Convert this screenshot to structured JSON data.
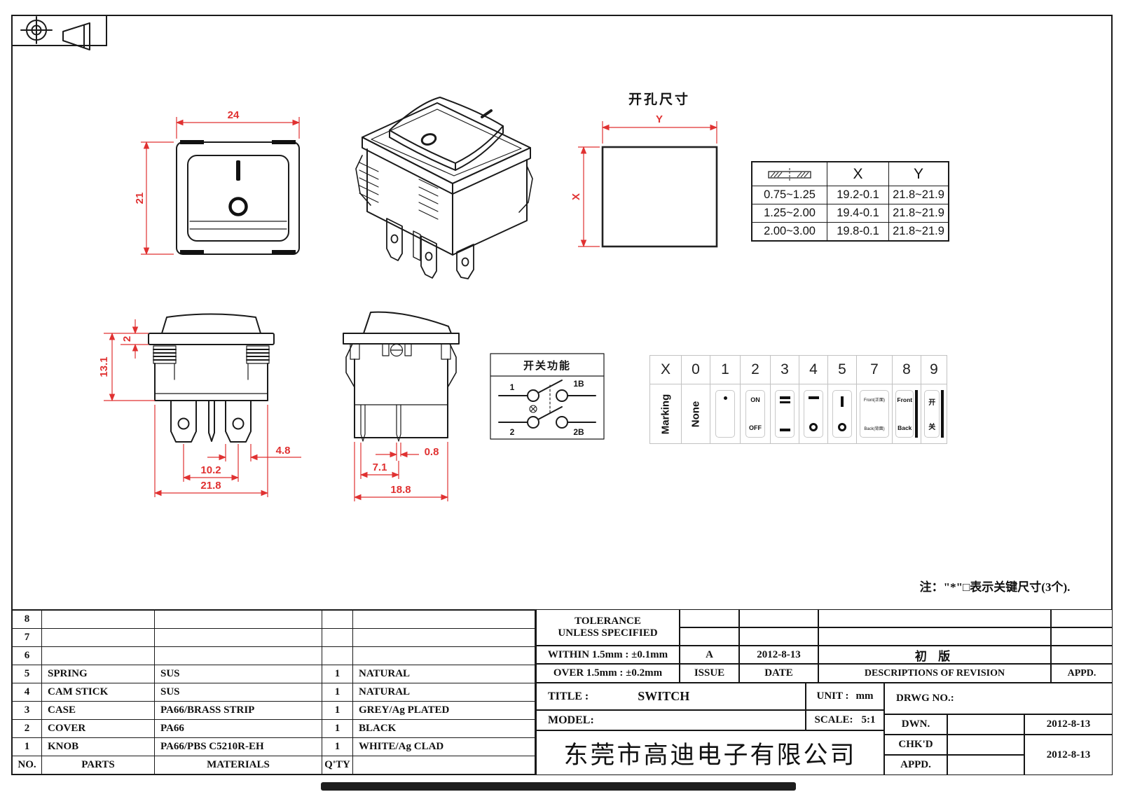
{
  "colors": {
    "line": "#1a1a1a",
    "dimension": "#e03131",
    "marking_grid": "#c2c2c2"
  },
  "views": {
    "front": {
      "dim_width": "24",
      "dim_height": "21"
    },
    "cutout": {
      "title": "开孔尺寸",
      "label_x": "X",
      "label_y": "Y"
    },
    "elevation": {
      "dim_flange": "2",
      "dim_height": "13.1",
      "dim_terminal_width": "4.8",
      "dim_terminal_pitch": "10.2",
      "dim_width": "21.8"
    },
    "profile": {
      "dim_pin": "0.8",
      "dim_pin_pitch": "7.1",
      "dim_depth": "18.8"
    }
  },
  "xy_table": {
    "header_thickness_icon": "panel-thickness-icon",
    "header_x": "X",
    "header_y": "Y",
    "rows": [
      {
        "thickness": "0.75~1.25",
        "x": "19.2-0.1",
        "y": "21.8~21.9"
      },
      {
        "thickness": "1.25~2.00",
        "x": "19.4-0.1",
        "y": "21.8~21.9"
      },
      {
        "thickness": "2.00~3.00",
        "x": "19.8-0.1",
        "y": "21.8~21.9"
      }
    ]
  },
  "function_box": {
    "title": "开关功能",
    "t1": "1",
    "t1b": "1B",
    "t2": "2",
    "t2b": "2B"
  },
  "marking_table": {
    "headers": [
      "X",
      "0",
      "1",
      "2",
      "3",
      "4",
      "5",
      "7",
      "8",
      "9"
    ],
    "row_label": "Marking",
    "none": "None",
    "c2_top": "ON",
    "c2_bot": "OFF",
    "c7_top": "Front(正面)",
    "c7_bot": "Back(背面)",
    "c8_top": "Front",
    "c8_bot": "Back",
    "c9_top": "开",
    "c9_bot": "关",
    "symbols": {
      "c1": "dot",
      "c3": "double-bar / bar",
      "c4": "bar / circle",
      "c5": "vertical-bar / circle",
      "c8_c9": "thick-vertical-bar"
    }
  },
  "note": "注：\"*\"□表示关键尺寸(3个).",
  "parts_table": {
    "header": {
      "no": "NO.",
      "parts": "PARTS",
      "materials": "MATERIALS",
      "qty": "Q'TY",
      "color": ""
    },
    "rows": [
      {
        "no": "8",
        "parts": "",
        "materials": "",
        "qty": "",
        "color": ""
      },
      {
        "no": "7",
        "parts": "",
        "materials": "",
        "qty": "",
        "color": ""
      },
      {
        "no": "6",
        "parts": "",
        "materials": "",
        "qty": "",
        "color": ""
      },
      {
        "no": "5",
        "parts": "SPRING",
        "materials": "SUS",
        "qty": "1",
        "color": "NATURAL"
      },
      {
        "no": "4",
        "parts": "CAM STICK",
        "materials": "SUS",
        "qty": "1",
        "color": "NATURAL"
      },
      {
        "no": "3",
        "parts": "CASE",
        "materials": "PA66/BRASS STRIP",
        "qty": "1",
        "color": "GREY/Ag PLATED"
      },
      {
        "no": "2",
        "parts": "COVER",
        "materials": "PA66",
        "qty": "1",
        "color": "BLACK"
      },
      {
        "no": "1",
        "parts": "KNOB",
        "materials": "PA66/PBS C5210R-EH",
        "qty": "1",
        "color": "WHITE/Ag CLAD"
      }
    ]
  },
  "title_block": {
    "tolerance1": "TOLERANCE",
    "tolerance2": "UNLESS  SPECIFIED",
    "within": "WITHIN 1.5mm : ±0.1mm",
    "over": "OVER 1.5mm : ±0.2mm",
    "issue_value": "A",
    "issue_label": "ISSUE",
    "date_value": "2012-8-13",
    "date_label": "DATE",
    "revision": "初 版",
    "revision_label": "DESCRIPTIONS OF REVISION",
    "appd_label": "APPD.",
    "title_label": "TITLE :",
    "title_value": "SWITCH",
    "unit_label": "UNIT :",
    "unit_value": "mm",
    "drwg_label": "DRWG NO.:",
    "model_label": "MODEL:",
    "scale_label": "SCALE:",
    "scale_value": "5:1",
    "dwn_label": "DWN.",
    "dwn_date": "2012-8-13",
    "chkd_label": "CHK'D",
    "chkd_date": "2012-8-13",
    "appd_row_label": "APPD.",
    "company": "东莞市高迪电子有限公司"
  }
}
